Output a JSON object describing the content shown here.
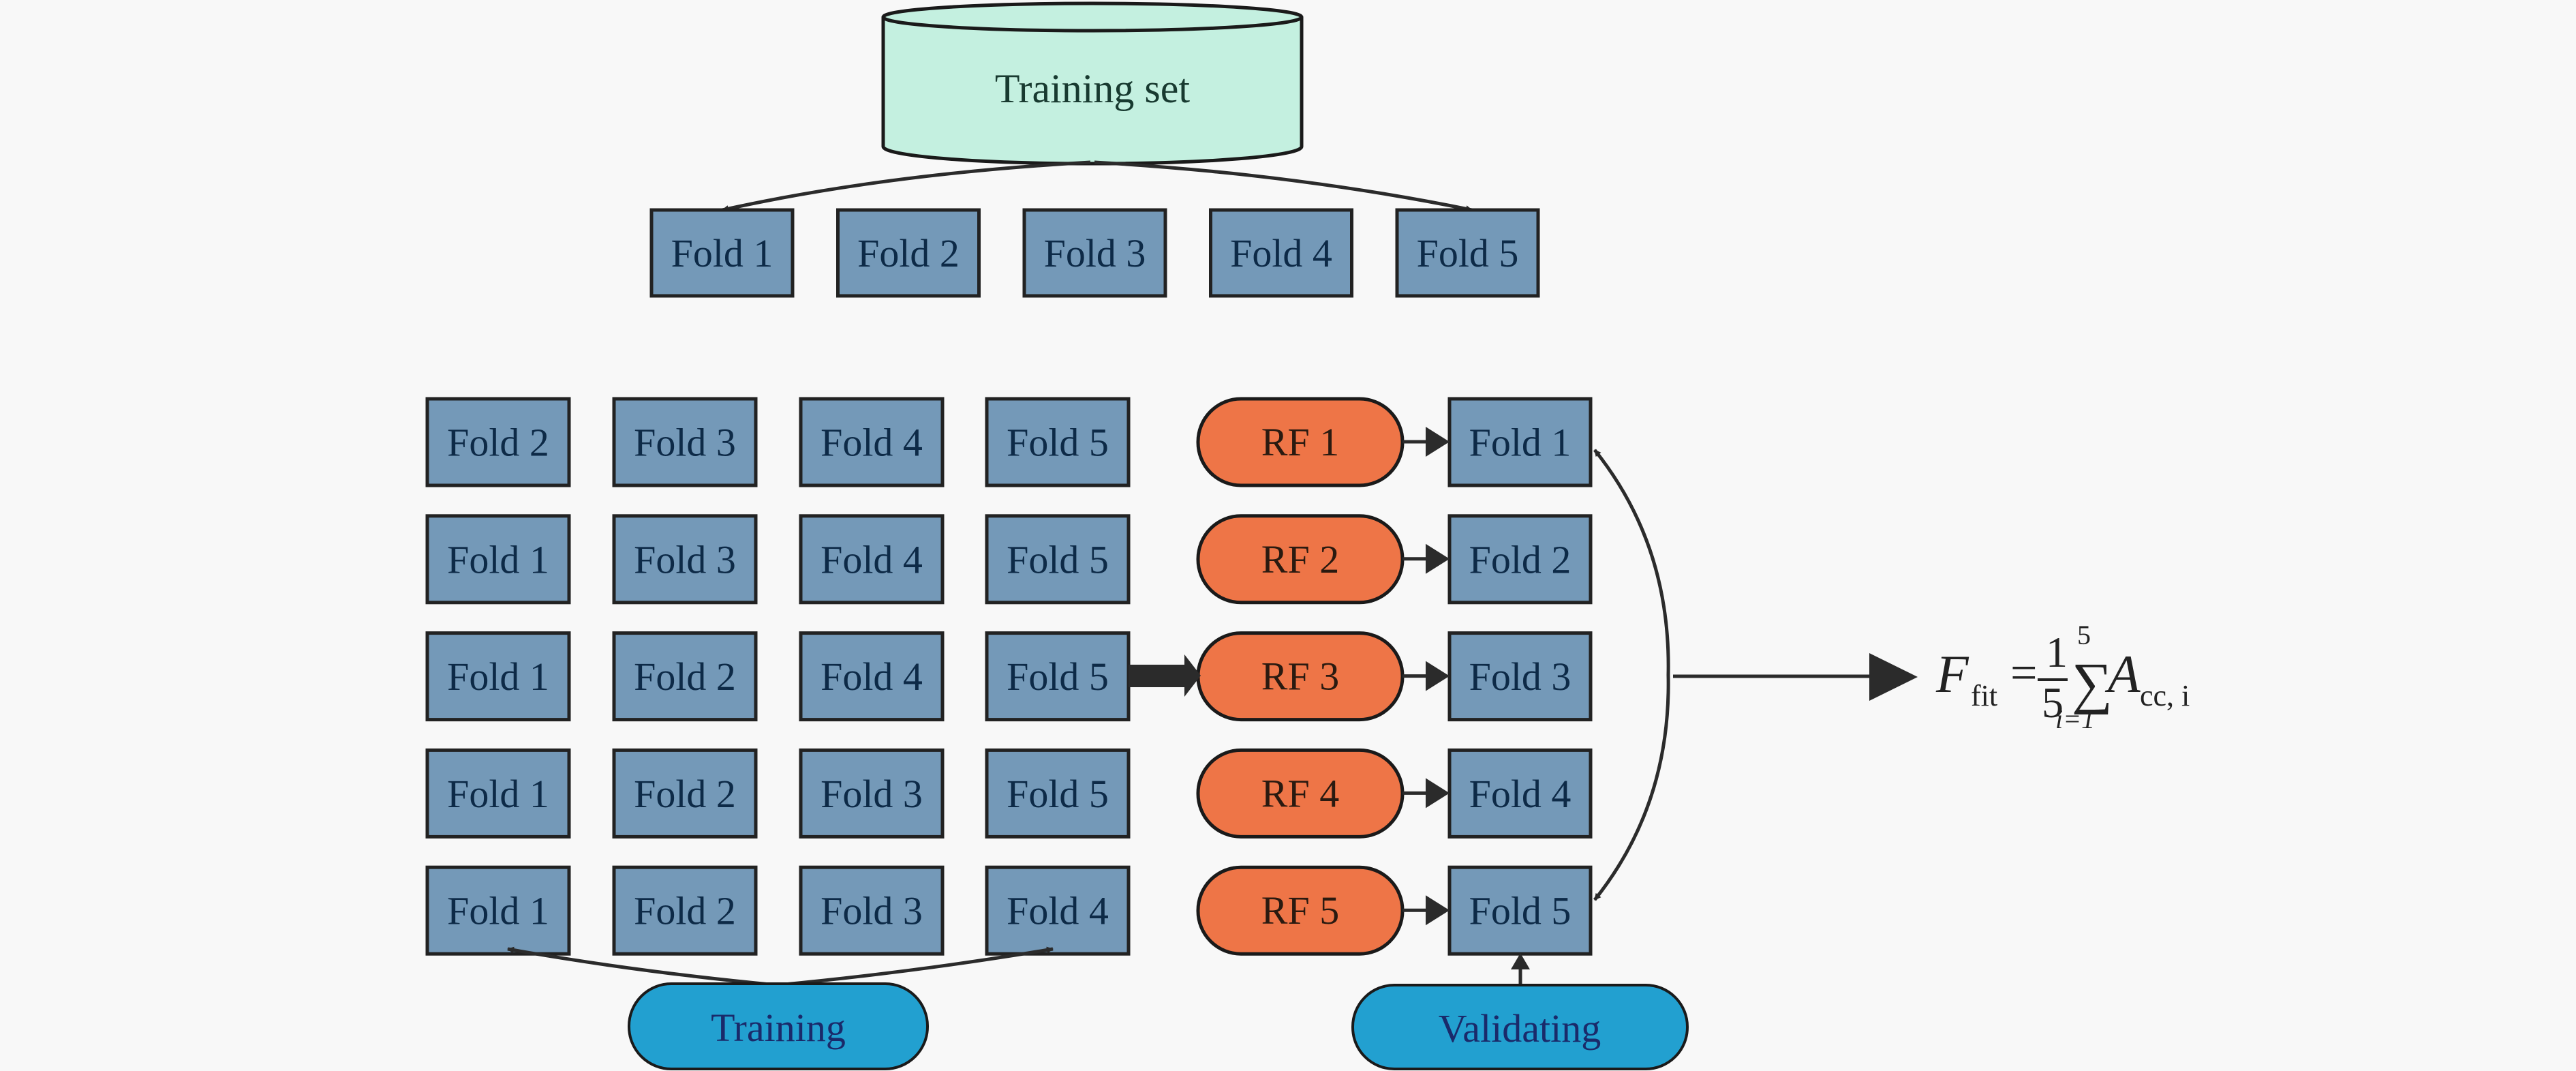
{
  "colors": {
    "background": "#f8f8f8",
    "fold_fill": "#7499b8",
    "fold_stroke": "#222222",
    "rf_fill": "#ee7547",
    "dataset_fill": "#c4f0e0",
    "phase_fill": "#22a0d0",
    "arrow": "#2b2b2b"
  },
  "dataset": {
    "label": "Training set"
  },
  "split_folds": [
    "Fold 1",
    "Fold 2",
    "Fold 3",
    "Fold 4",
    "Fold 5"
  ],
  "iterations": [
    {
      "train": [
        "Fold 2",
        "Fold 3",
        "Fold 4",
        "Fold 5"
      ],
      "model": "RF 1",
      "validate": "Fold 1"
    },
    {
      "train": [
        "Fold 1",
        "Fold 3",
        "Fold 4",
        "Fold 5"
      ],
      "model": "RF 2",
      "validate": "Fold 2"
    },
    {
      "train": [
        "Fold 1",
        "Fold 2",
        "Fold 4",
        "Fold 5"
      ],
      "model": "RF 3",
      "validate": "Fold 3"
    },
    {
      "train": [
        "Fold 1",
        "Fold 2",
        "Fold 3",
        "Fold 5"
      ],
      "model": "RF 4",
      "validate": "Fold 4"
    },
    {
      "train": [
        "Fold 1",
        "Fold 2",
        "Fold 3",
        "Fold 4"
      ],
      "model": "RF 5",
      "validate": "Fold 5"
    }
  ],
  "phases": {
    "training": "Training",
    "validating": "Validating"
  },
  "formula": {
    "lhs": "F",
    "lhs_sub": "fit",
    "equals": "=",
    "frac_num": "1",
    "frac_den": "5",
    "sum_symbol": "∑",
    "sum_upper": "5",
    "sum_lower": "i=1",
    "term": "A",
    "term_sub": "cc, i"
  }
}
